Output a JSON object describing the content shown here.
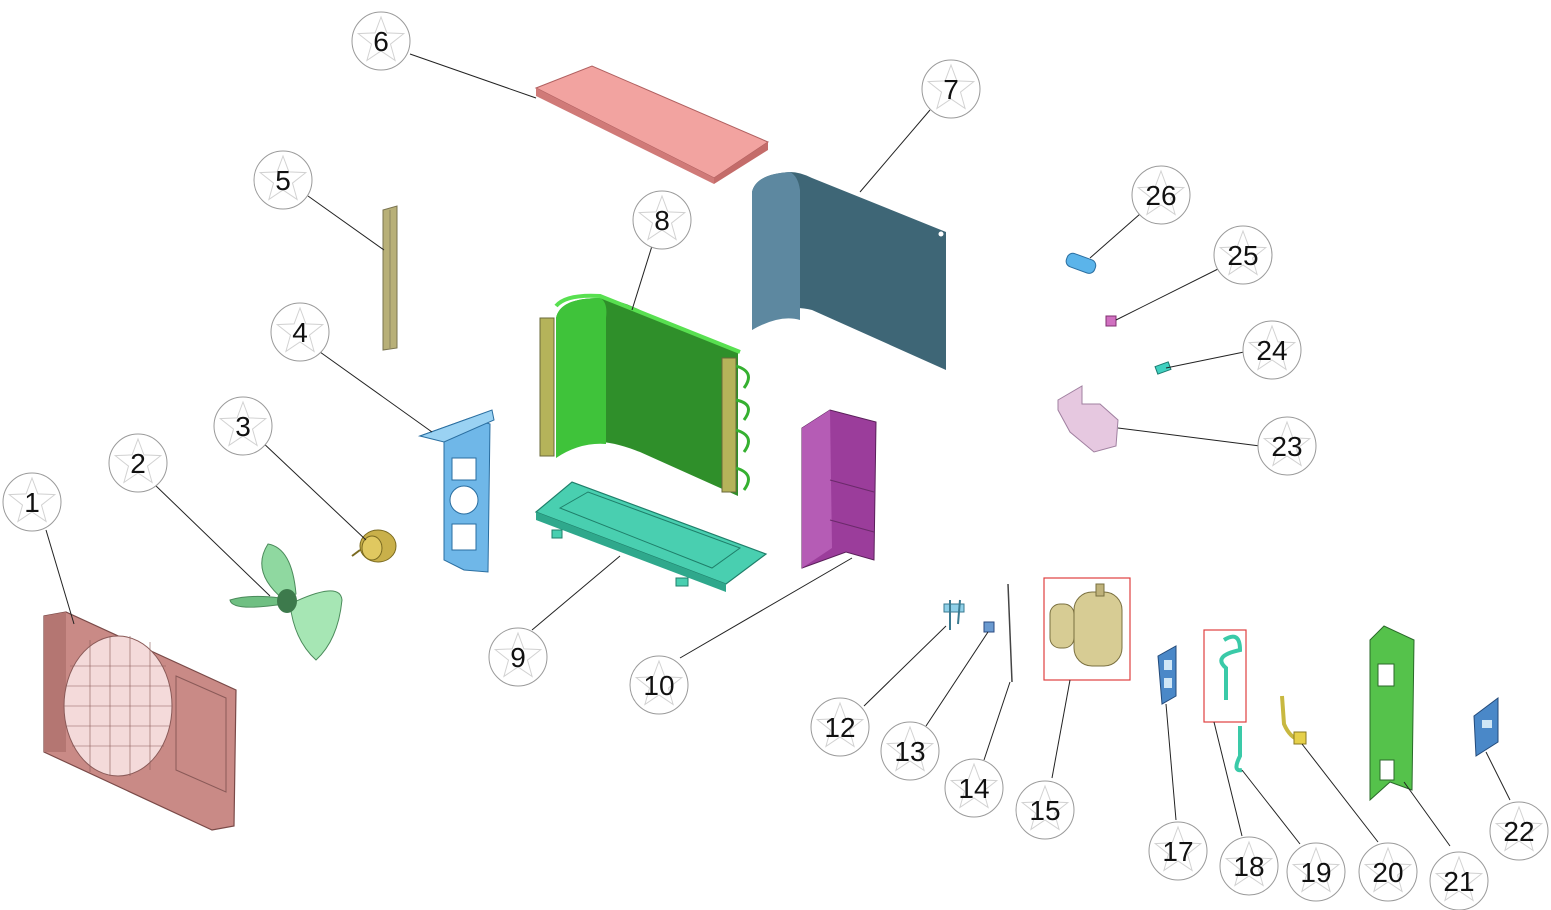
{
  "colors": {
    "front_panel": "#c98a86",
    "fan_blade": "#8fd8a0",
    "motor": "#c9b04a",
    "motor_bracket": "#6fb7e8",
    "support_bar": "#b8b078",
    "top_cover": "#f2a3a0",
    "side_cover": "#3e6676",
    "condenser": "#2f8f2a",
    "base_tray": "#49cfb0",
    "partition": "#9b3d9b",
    "electric_box": "#e6c8e0",
    "side_panel": "#55c24b",
    "compressor": "#d7cc94",
    "highlight_box": "#e04040"
  },
  "callouts": [
    {
      "num": "1"
    },
    {
      "num": "2"
    },
    {
      "num": "3"
    },
    {
      "num": "4"
    },
    {
      "num": "5"
    },
    {
      "num": "6"
    },
    {
      "num": "7"
    },
    {
      "num": "8"
    },
    {
      "num": "9"
    },
    {
      "num": "10"
    },
    {
      "num": "12"
    },
    {
      "num": "13"
    },
    {
      "num": "14"
    },
    {
      "num": "15"
    },
    {
      "num": "17"
    },
    {
      "num": "18"
    },
    {
      "num": "19"
    },
    {
      "num": "20"
    },
    {
      "num": "21"
    },
    {
      "num": "22"
    },
    {
      "num": "23"
    },
    {
      "num": "24"
    },
    {
      "num": "25"
    },
    {
      "num": "26"
    }
  ]
}
